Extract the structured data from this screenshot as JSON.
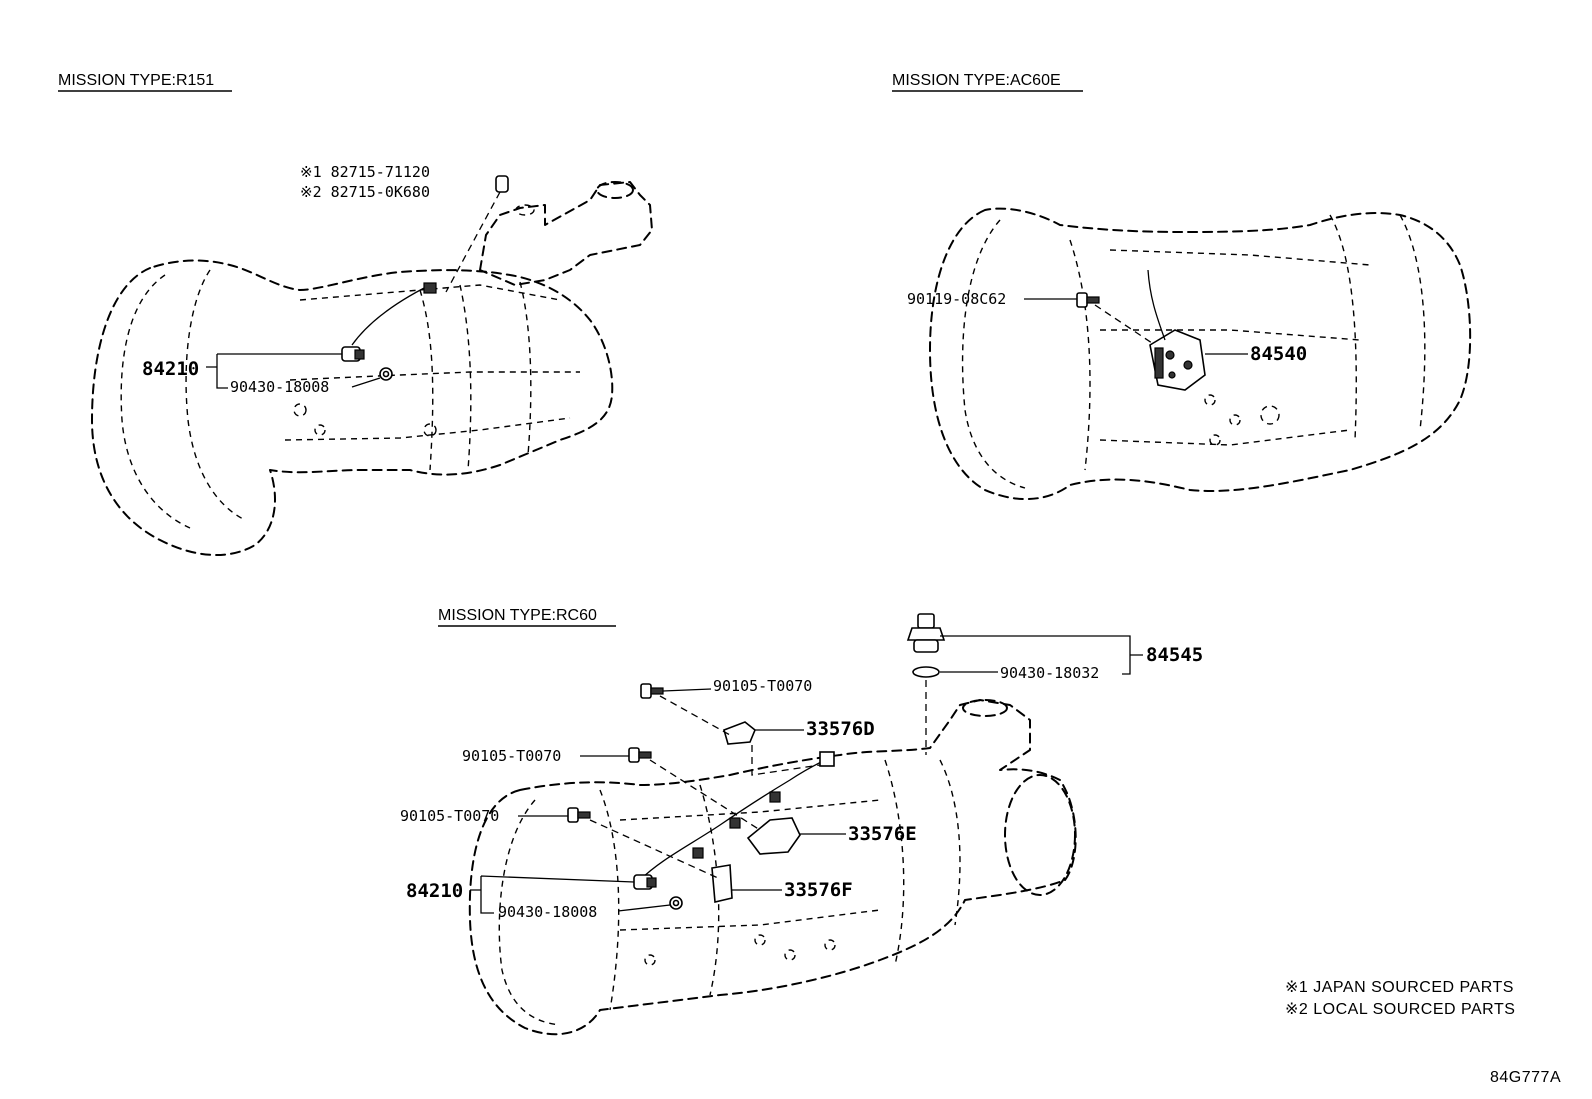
{
  "sections": {
    "r151": {
      "title": "MISSION TYPE:R151"
    },
    "ac60e": {
      "title": "MISSION TYPE:AC60E"
    },
    "rc60": {
      "title": "MISSION TYPE:RC60"
    }
  },
  "callouts": {
    "r151": {
      "c1": "※1 82715-71120",
      "c2": "※2 82715-0K680",
      "c3": "84210",
      "c4": "90430-18008"
    },
    "ac60e": {
      "c1": "90119-08C62",
      "c2": "84540"
    },
    "rc60": {
      "c1": "90105-T0070",
      "c2": "33576D",
      "c3": "90105-T0070",
      "c4": "90105-T0070",
      "c5": "33576E",
      "c6": "84210",
      "c7": "90430-18008",
      "c8": "33576F",
      "c9": "84545",
      "c10": "90430-18032"
    }
  },
  "notes": {
    "n1": "※1 JAPAN SOURCED PARTS",
    "n2": "※2 LOCAL SOURCED PARTS"
  },
  "figure_code": "84G777A"
}
